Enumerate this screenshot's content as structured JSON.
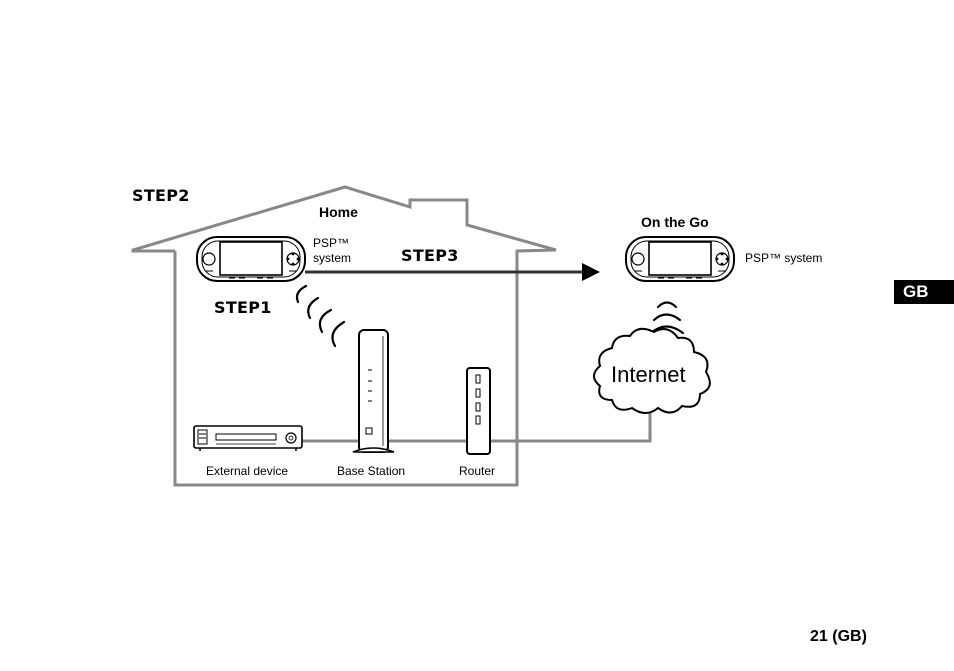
{
  "steps": {
    "step1": "STEP1",
    "step2": "STEP2",
    "step3": "STEP3"
  },
  "home": {
    "title": "Home",
    "psp_label_line1": "PSP™",
    "psp_label_line2": "system"
  },
  "on_the_go": {
    "title": "On the Go",
    "psp_label": "PSP™ system"
  },
  "devices": {
    "external": "External device",
    "base_station": "Base Station",
    "router": "Router"
  },
  "cloud": {
    "label": "Internet"
  },
  "tab": {
    "label": "GB"
  },
  "page": {
    "number": "21 (GB)"
  }
}
